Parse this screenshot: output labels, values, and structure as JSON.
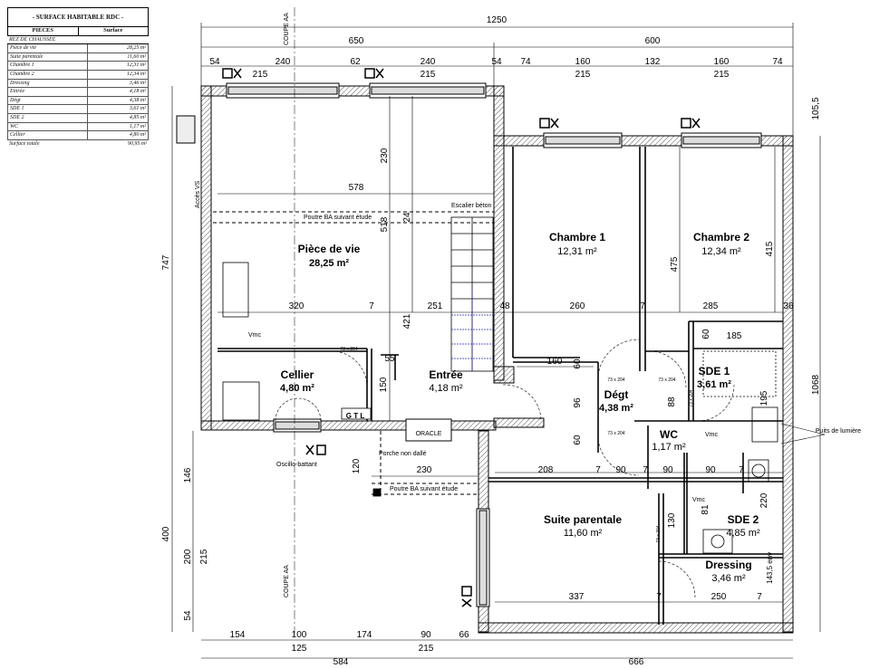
{
  "surface_table": {
    "title": "- SURFACE HABITABLE RDC -",
    "col_pieces": "PIECES",
    "col_surface": "Surface",
    "section": "REZ DE CHAUSSEE",
    "rows": [
      {
        "name": "Pièce de vie",
        "value": "28,25 m²"
      },
      {
        "name": "Suite parentale",
        "value": "11,60 m²"
      },
      {
        "name": "Chambre 1",
        "value": "12,31 m²"
      },
      {
        "name": "Chambre 2",
        "value": "12,34 m²"
      },
      {
        "name": "Dressing",
        "value": "3,46 m²"
      },
      {
        "name": "Entrée",
        "value": "4,18 m²"
      },
      {
        "name": "Dégt",
        "value": "4,38 m²"
      },
      {
        "name": "SDE 1",
        "value": "3,61 m²"
      },
      {
        "name": "SDE 2",
        "value": "4,85 m²"
      },
      {
        "name": "WC",
        "value": "1,17 m²"
      },
      {
        "name": "Cellier",
        "value": "4,80 m²"
      }
    ],
    "total_label": "Surface totale",
    "total_value": "90,95 m²"
  },
  "rooms": {
    "piece_de_vie": {
      "name": "Pièce de vie",
      "area": "28,25 m²"
    },
    "chambre1": {
      "name": "Chambre 1",
      "area": "12,31 m²"
    },
    "chambre2": {
      "name": "Chambre 2",
      "area": "12,34 m²"
    },
    "cellier": {
      "name": "Cellier",
      "area": "4,80 m²"
    },
    "entree": {
      "name": "Entrée",
      "area": "4,18 m²"
    },
    "degt": {
      "name": "Dégt",
      "area": "4,38 m²"
    },
    "sde1": {
      "name": "SDE 1",
      "area": "3,61 m²"
    },
    "wc": {
      "name": "WC",
      "area": "1,17 m²"
    },
    "suite": {
      "name": "Suite parentale",
      "area": "11,60 m²"
    },
    "sde2": {
      "name": "SDE 2",
      "area": "4,85 m²"
    },
    "dressing": {
      "name": "Dressing",
      "area": "3,46 m²"
    }
  },
  "labels": {
    "coupe_top": "COUPE AA",
    "coupe_bottom": "COUPE AA",
    "poutre_top": "Poutre BA suivant étude",
    "poutre_bottom": "Poutre BA suivant étude",
    "escalier": "Escalier béton",
    "acces_vs": "Accès VS",
    "vmc_1": "Vmc",
    "vmc_2": "Vmc",
    "vmc_3": "Vmc",
    "gtl": "G T L",
    "oracle": "ORACLE",
    "porche": "Porche non dallé",
    "oscillo": "Oscillo-battant",
    "puits": "Puits de lumière",
    "env": "143,5 env"
  },
  "dims": {
    "top_total": "1250",
    "top_left": "650",
    "top_right": "600",
    "t54a": "54",
    "t240a": "240",
    "t62": "62",
    "t240b": "240",
    "t54b": "54",
    "t74a": "74",
    "t160a": "160",
    "t132": "132",
    "t160b": "160",
    "t74b": "74",
    "w215a": "215",
    "w215b": "215",
    "w215c": "215",
    "w215d": "215",
    "left_747": "747",
    "left_146": "146",
    "left_400": "400",
    "left_200": "200",
    "left_215": "215",
    "left_54": "54",
    "right_1055": "105,5",
    "right_1068": "1068",
    "bottom_154": "154",
    "bottom_100": "100",
    "bottom_174": "174",
    "bottom_90": "90",
    "bottom_66": "66",
    "bottom_125": "125",
    "bottom_215": "215",
    "bottom_584": "584",
    "bottom_666": "666",
    "d578": "578",
    "d230": "230",
    "d518": "518",
    "d24": "24",
    "d421": "421",
    "d320": "320",
    "d7a": "7",
    "d251": "251",
    "d48": "48",
    "d260": "260",
    "d7b": "7",
    "d285": "285",
    "d36": "36",
    "d475": "475",
    "d415": "415",
    "d185": "185",
    "d60a": "60",
    "d160": "160",
    "d60b": "60",
    "d96": "96",
    "d60c": "60",
    "d88": "88",
    "d195": "195",
    "d55": "55",
    "d150": "150",
    "d120": "120",
    "d230b": "230",
    "d208": "208",
    "d7c": "7",
    "d90a": "90",
    "d7d": "7",
    "d90b": "90",
    "d90c": "90",
    "d7e": "7",
    "d130": "130",
    "d81": "81",
    "d220": "220",
    "d337": "337",
    "d7f": "7",
    "d250": "250",
    "d7g": "7",
    "door1": "73 x 204",
    "door2": "73 x 204",
    "door3": "73 x 204",
    "door4": "73 x 204",
    "door5": "73 x 204",
    "door6": "73 x 204"
  }
}
